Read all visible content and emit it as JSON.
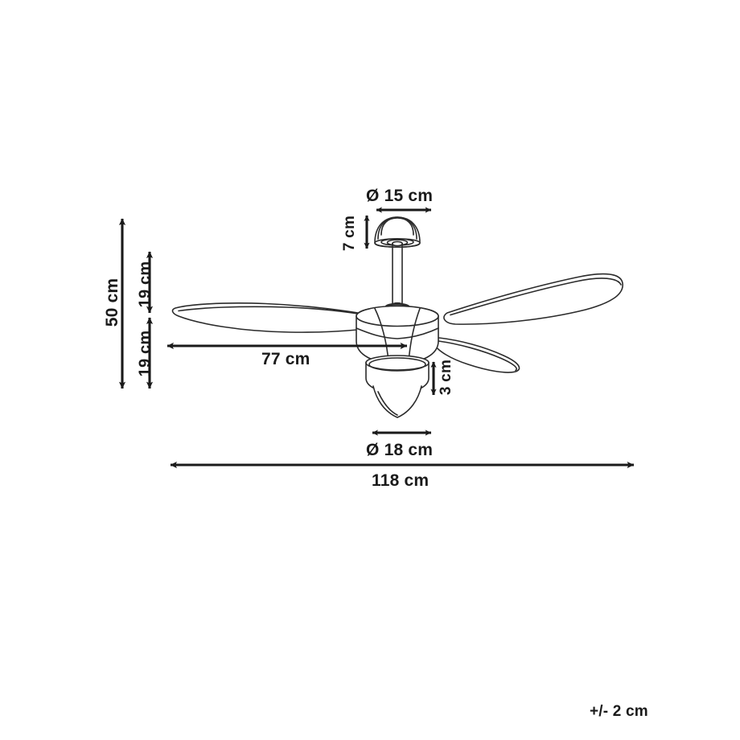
{
  "drawing": {
    "subject": "ceiling-fan-with-light",
    "title": "",
    "line_color": "#1a1a1a",
    "fill_color": "#ffffff",
    "background": "#ffffff"
  },
  "dimensions": {
    "canopy_diameter": {
      "label": "Ø 15 cm",
      "value": 15,
      "unit": "cm",
      "orientation": "horizontal"
    },
    "canopy_height": {
      "label": "7 cm",
      "value": 7,
      "unit": "cm",
      "orientation": "vertical"
    },
    "total_height": {
      "label": "50 cm",
      "value": 50,
      "unit": "cm",
      "orientation": "vertical"
    },
    "upper_segment": {
      "label": "19 cm",
      "value": 19,
      "unit": "cm",
      "orientation": "vertical"
    },
    "lower_segment": {
      "label": "19 cm",
      "value": 19,
      "unit": "cm",
      "orientation": "vertical"
    },
    "blade_radius": {
      "label": "77 cm",
      "value": 77,
      "unit": "cm",
      "orientation": "horizontal"
    },
    "light_height": {
      "label": "3 cm",
      "value": 3,
      "unit": "cm",
      "orientation": "vertical"
    },
    "light_diameter": {
      "label": "Ø 18 cm",
      "value": 18,
      "unit": "cm",
      "orientation": "horizontal"
    },
    "overall_width": {
      "label": "118 cm",
      "value": 118,
      "unit": "cm",
      "orientation": "horizontal"
    }
  },
  "notes": {
    "tolerance": "+/- 2 cm"
  }
}
